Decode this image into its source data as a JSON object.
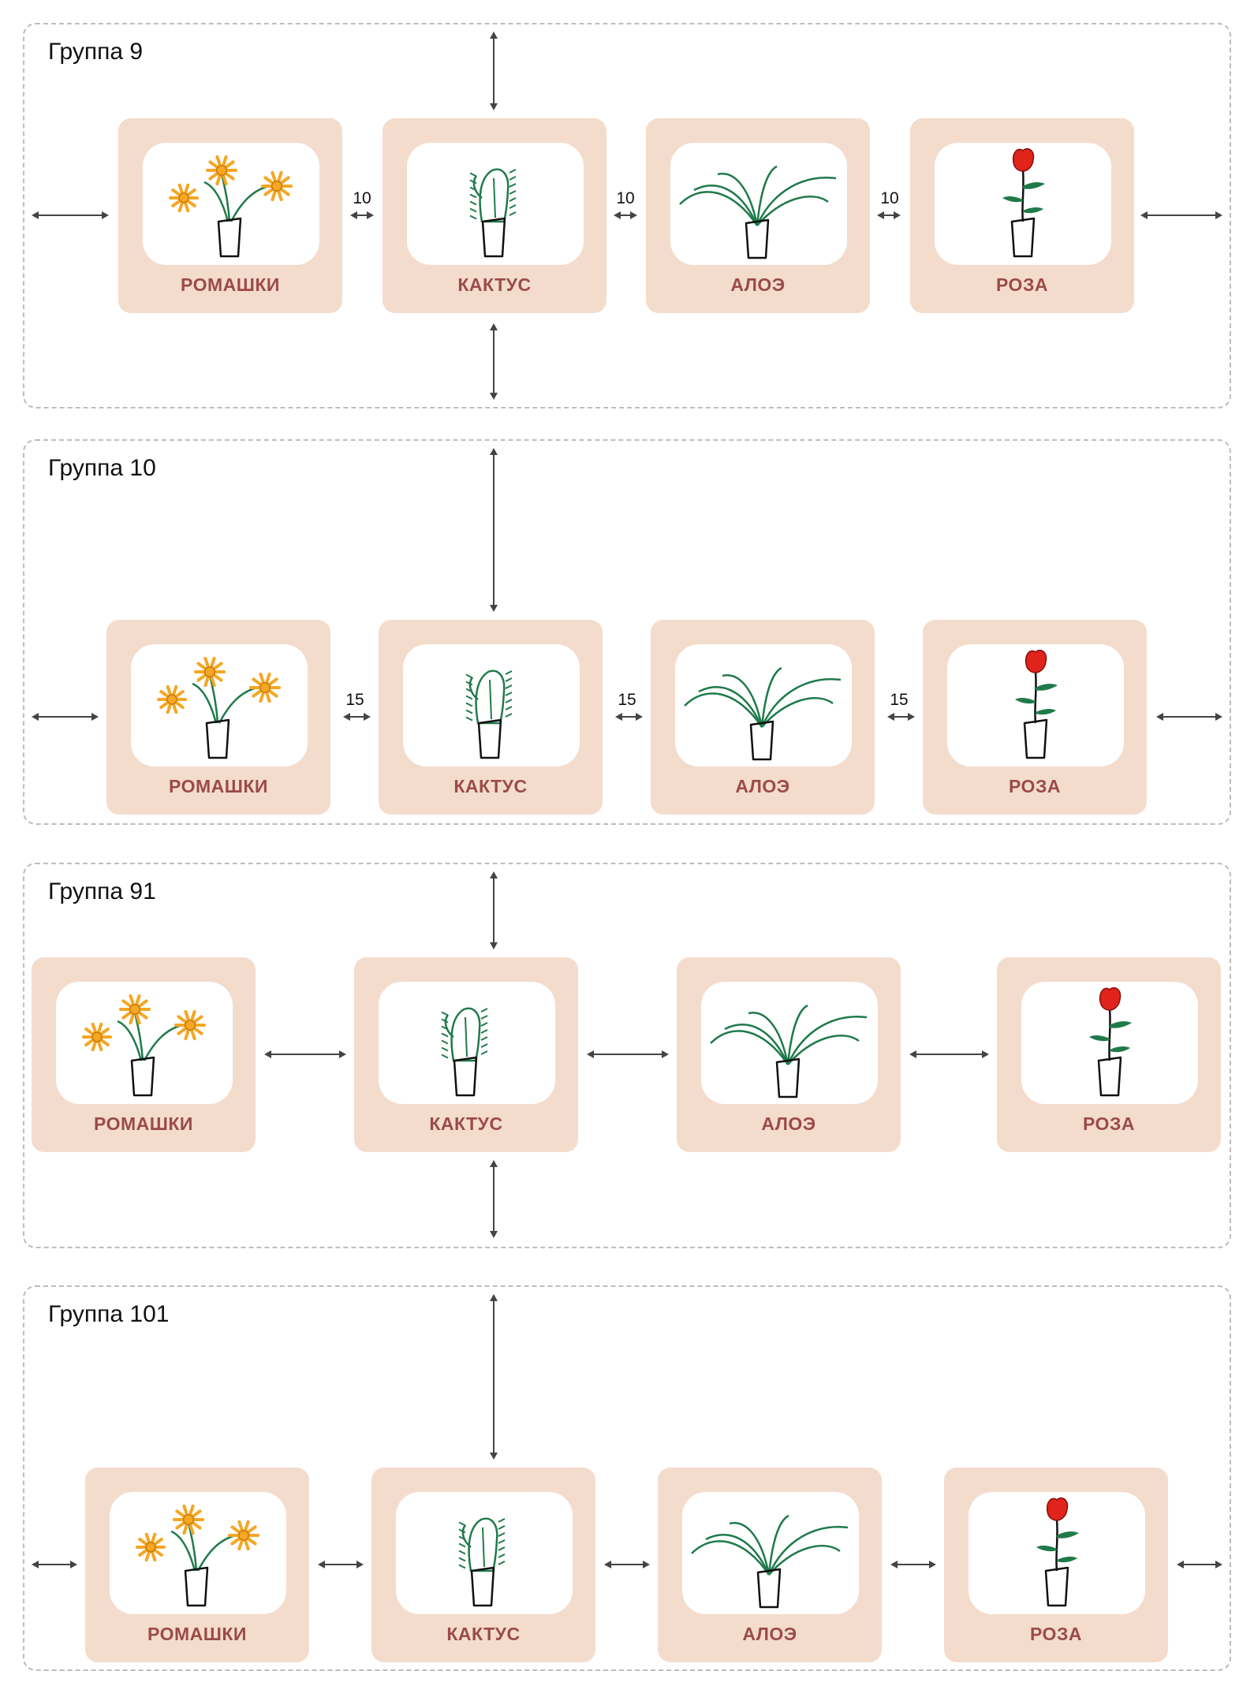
{
  "colors": {
    "card_bg": "#f4dccd",
    "label": "#9b4b47",
    "border": "#bdbdbd",
    "arrow": "#444444",
    "daisy": "#f5a623",
    "leaf": "#1f7a4a",
    "rose": "#e0231b"
  },
  "cards": [
    {
      "id": "daisies",
      "label": "РОМАШКИ",
      "icon": "daisies-icon"
    },
    {
      "id": "cactus",
      "label": "КАКТУС",
      "icon": "cactus-icon"
    },
    {
      "id": "aloe",
      "label": "АЛОЭ",
      "icon": "aloe-icon"
    },
    {
      "id": "rose",
      "label": "РОЗА",
      "icon": "rose-icon"
    }
  ],
  "groups": [
    {
      "title": "Группа 9",
      "gap_label": "10"
    },
    {
      "title": "Группа 10",
      "gap_label": "15"
    },
    {
      "title": "Группа 91",
      "gap_label": ""
    },
    {
      "title": "Группа 101",
      "gap_label": ""
    }
  ]
}
